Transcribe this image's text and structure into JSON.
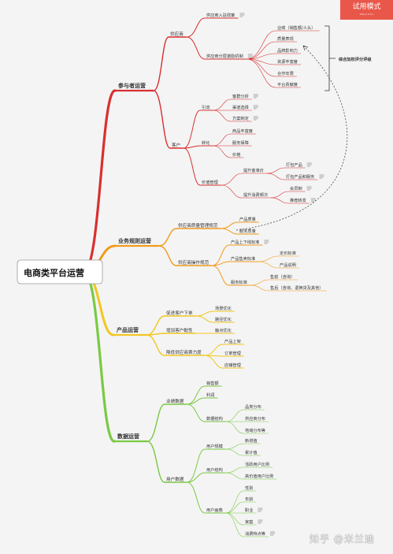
{
  "badge": {
    "title": "试用模式",
    "sub": "XMind 8 Pro"
  },
  "watermark": "知乎 @米兰迪",
  "bracket_label": "综合加权评分评级",
  "colors": {
    "red": "#d92f2f",
    "orange": "#f29a1c",
    "yellow": "#f2c61f",
    "green": "#7ac943",
    "text": "#333333",
    "root_bg": "#ffffff"
  },
  "mindmap": {
    "root": "电商类平台运营",
    "branches": [
      {
        "label": "参与者运营",
        "color": "red",
        "children": [
          {
            "label": "供应商",
            "children": [
              {
                "label": "供应商入驻政策",
                "note": true
              },
              {
                "label": "供应商分层激励机制",
                "note": true,
                "children": [
                  {
                    "label": "业绩（销售额/人头）"
                  },
                  {
                    "label": "质量表现"
                  },
                  {
                    "label": "品牌影响力"
                  },
                  {
                    "label": "资源丰富度"
                  },
                  {
                    "label": "合作年限"
                  },
                  {
                    "label": "平台贡献度"
                  }
                ]
              }
            ]
          },
          {
            "label": "客户",
            "children": [
              {
                "label": "引流",
                "children": [
                  {
                    "label": "客群分析",
                    "note": true
                  },
                  {
                    "label": "渠道选择",
                    "note": true
                  },
                  {
                    "label": "方案制定",
                    "note": true
                  }
                ]
              },
              {
                "label": "转化",
                "children": [
                  {
                    "label": "商品丰富度"
                  },
                  {
                    "label": "服务保障"
                  },
                  {
                    "label": "价格"
                  }
                ]
              },
              {
                "label": "价值管理",
                "children": [
                  {
                    "label": "提升客单价",
                    "children": [
                      {
                        "label": "打包产品",
                        "note": true
                      },
                      {
                        "label": "打包产品和服务",
                        "note": true
                      }
                    ]
                  },
                  {
                    "label": "提升消费频次",
                    "children": [
                      {
                        "label": "会员制",
                        "note": true
                      },
                      {
                        "label": "推荐转发",
                        "note": true
                      }
                    ]
                  }
                ]
              }
            ]
          }
        ]
      },
      {
        "label": "业务规则运营",
        "color": "orange",
        "children": [
          {
            "label": "供应商质量管理规范",
            "children": [
              {
                "label": "产品质量"
              },
              {
                "label": "服务质量"
              }
            ]
          },
          {
            "label": "供应商操作规范",
            "children": [
              {
                "label": "产品上下线标准",
                "note": true
              },
              {
                "label": "产品售卖标准",
                "children": [
                  {
                    "label": "定价标准"
                  },
                  {
                    "label": "产品说明"
                  }
                ]
              },
              {
                "label": "服务标准",
                "children": [
                  {
                    "label": "售前（咨询）"
                  },
                  {
                    "label": "售后（咨询、退换货及其他）"
                  }
                ]
              }
            ]
          }
        ]
      },
      {
        "label": "产品运营",
        "color": "yellow",
        "children": [
          {
            "label": "促进客户下单",
            "children": [
              {
                "label": "场景优化"
              },
              {
                "label": "路径优化"
              }
            ]
          },
          {
            "label": "增加客户黏性",
            "children": [
              {
                "label": "触点优化"
              }
            ]
          },
          {
            "label": "降低供应商费力度",
            "children": [
              {
                "label": "产品上架"
              },
              {
                "label": "订单管理"
              },
              {
                "label": "店铺管理"
              }
            ]
          }
        ]
      },
      {
        "label": "数据运营",
        "color": "green",
        "children": [
          {
            "label": "业绩数据",
            "children": [
              {
                "label": "销售额"
              },
              {
                "label": "利润"
              },
              {
                "label": "数据结构",
                "children": [
                  {
                    "label": "品类分布"
                  },
                  {
                    "label": "供应商分布"
                  },
                  {
                    "label": "地域分布等"
                  }
                ]
              }
            ]
          },
          {
            "label": "用户数据",
            "children": [
              {
                "label": "用户规模",
                "children": [
                  {
                    "label": "新增值"
                  },
                  {
                    "label": "累计值"
                  }
                ]
              },
              {
                "label": "用户结构",
                "children": [
                  {
                    "label": "活跃用户比例"
                  },
                  {
                    "label": "高价值用户比例"
                  }
                ]
              },
              {
                "label": "用户画像",
                "children": [
                  {
                    "label": "性别"
                  },
                  {
                    "label": "年龄"
                  },
                  {
                    "label": "职业",
                    "note": true
                  },
                  {
                    "label": "家庭",
                    "note": true
                  },
                  {
                    "label": "消费特点等",
                    "note": true
                  }
                ]
              }
            ]
          }
        ]
      }
    ]
  }
}
